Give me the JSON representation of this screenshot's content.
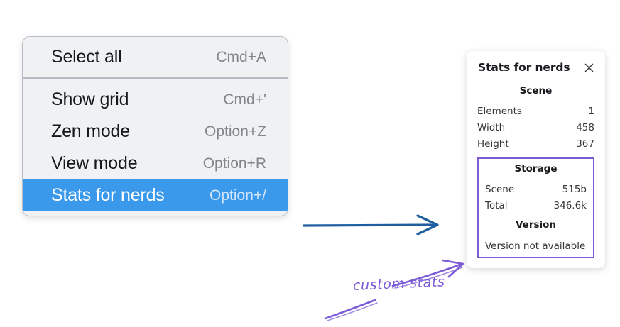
{
  "menu": {
    "name": "context-menu",
    "groups": [
      {
        "items": [
          {
            "label": "Select all",
            "shortcut": "Cmd+A",
            "selected": false
          }
        ]
      },
      {
        "items": [
          {
            "label": "Show grid",
            "shortcut": "Cmd+'",
            "selected": false
          },
          {
            "label": "Zen mode",
            "shortcut": "Option+Z",
            "selected": false
          },
          {
            "label": "View mode",
            "shortcut": "Option+R",
            "selected": false
          },
          {
            "label": "Stats for nerds",
            "shortcut": "Option+/",
            "selected": true
          }
        ]
      }
    ],
    "items": [
      {
        "label": "Select all",
        "shortcut": "Cmd+A"
      },
      {
        "label": "Show grid",
        "shortcut": "Cmd+'"
      },
      {
        "label": "Zen mode",
        "shortcut": "Option+Z"
      },
      {
        "label": "View mode",
        "shortcut": "Option+R"
      },
      {
        "label": "Stats for nerds",
        "shortcut": "Option+/"
      }
    ],
    "highlight_color": "#3b99ec",
    "background_color": "#f0f1f3"
  },
  "stats_panel": {
    "title": "Stats for nerds",
    "close_icon": "close-icon",
    "sections": [
      {
        "heading": "Scene",
        "rows": [
          {
            "key": "Elements",
            "value": "1"
          },
          {
            "key": "Width",
            "value": "458"
          },
          {
            "key": "Height",
            "value": "367"
          }
        ]
      },
      {
        "heading": "Storage",
        "rows": [
          {
            "key": "Scene",
            "value": "515b"
          },
          {
            "key": "Total",
            "value": "346.6k"
          }
        ]
      },
      {
        "heading": "Version",
        "rows": [],
        "note": "Version not available"
      }
    ],
    "scene": {
      "heading": "Scene",
      "elements_label": "Elements",
      "elements_value": "1",
      "width_label": "Width",
      "width_value": "458",
      "height_label": "Height",
      "height_value": "367"
    },
    "storage": {
      "heading": "Storage",
      "scene_label": "Scene",
      "scene_value": "515b",
      "total_label": "Total",
      "total_value": "346.6k"
    },
    "version": {
      "heading": "Version",
      "value": "Version not available"
    },
    "highlight_border_color": "#7c5cd6"
  },
  "annotations": {
    "callout_label": "custom stats",
    "callout_color": "#7c5cd6",
    "flow_arrow_color": "#1f5fa0"
  }
}
